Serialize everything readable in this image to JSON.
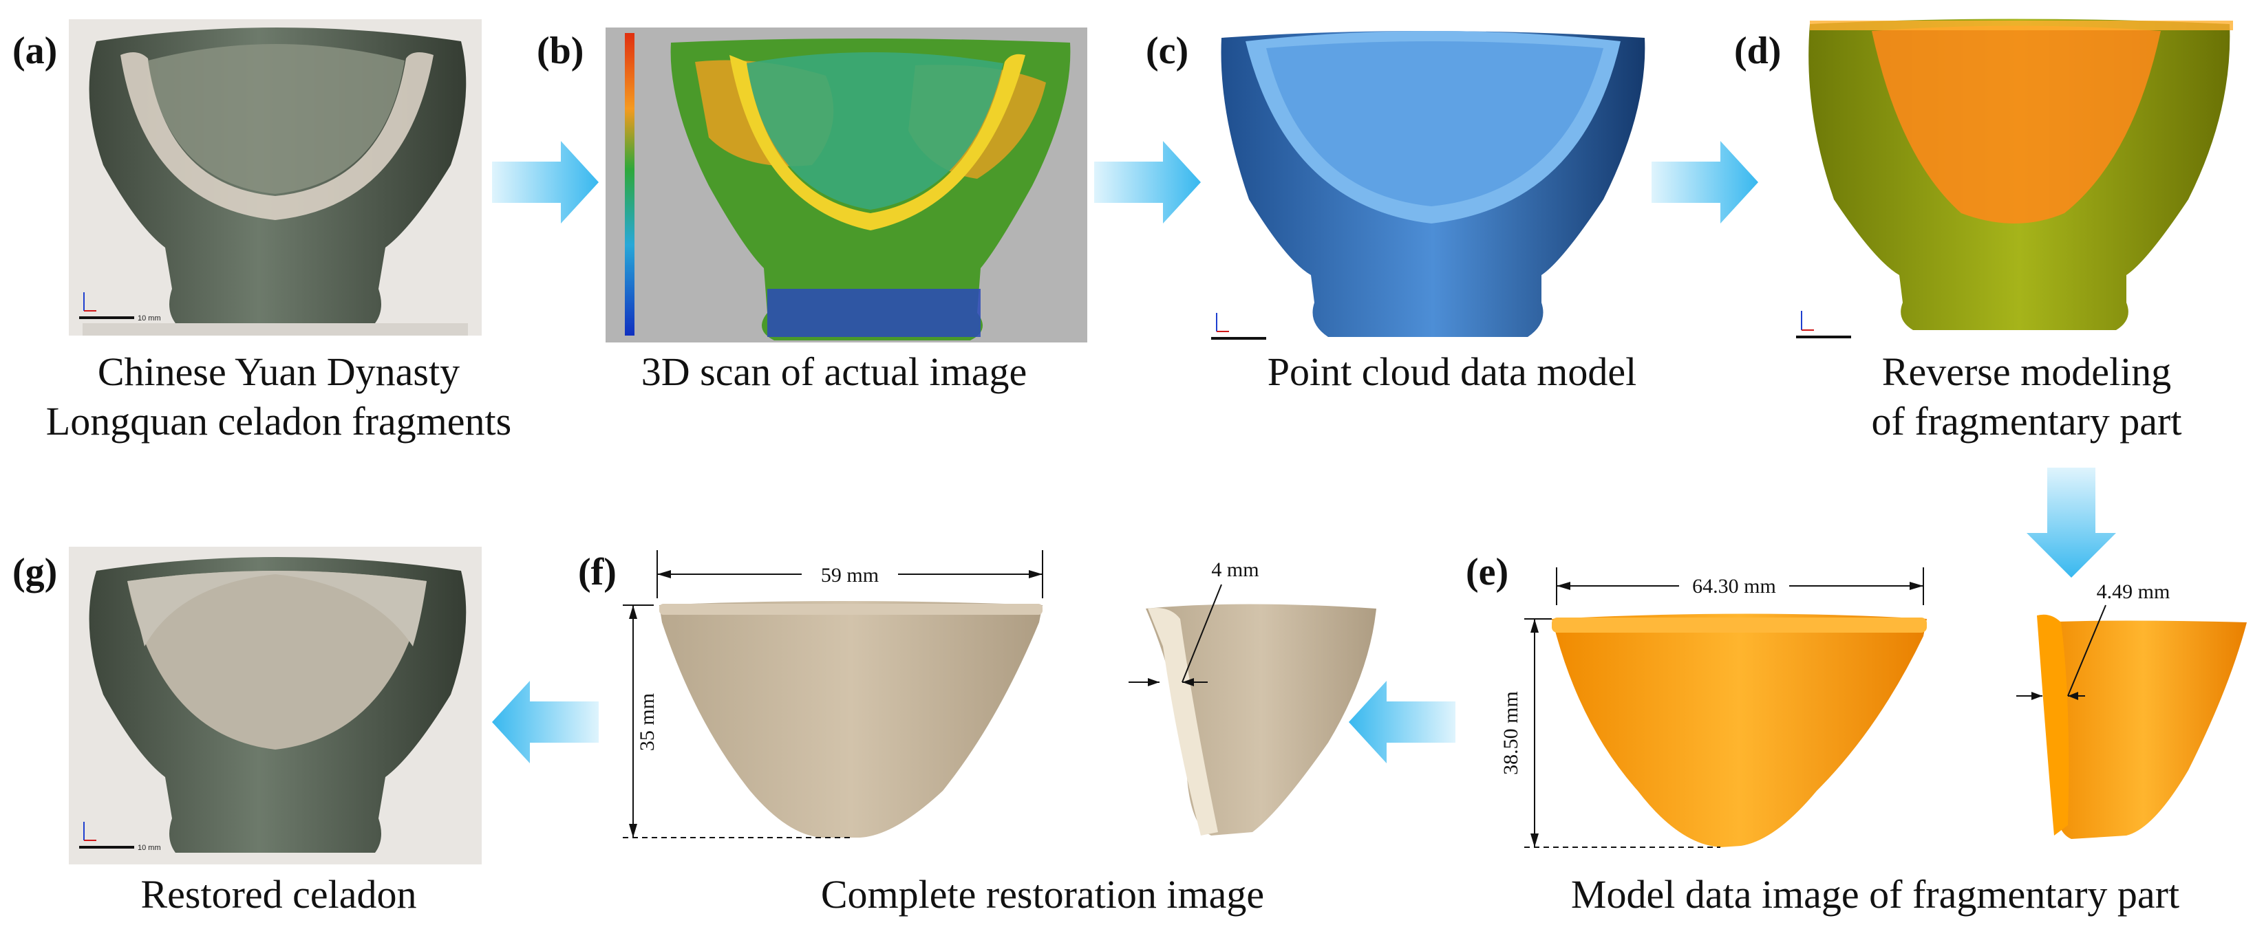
{
  "panels": {
    "a": {
      "label": "(a)",
      "caption_lines": [
        "Chinese Yuan Dynasty",
        "Longquan celadon fragments"
      ]
    },
    "b": {
      "label": "(b)",
      "caption_lines": [
        "3D scan of actual image"
      ]
    },
    "c": {
      "label": "(c)",
      "caption_lines": [
        "Point cloud data model"
      ]
    },
    "d": {
      "label": "(d)",
      "caption_lines": [
        "Reverse modeling",
        "of fragmentary part"
      ]
    },
    "e": {
      "label": "(e)",
      "caption_lines": [
        "Model data image of fragmentary part"
      ],
      "dims": {
        "width": "64.30 mm",
        "height": "38.50 mm",
        "thickness": "4.49 mm"
      }
    },
    "f": {
      "label": "(f)",
      "caption_lines": [
        "Complete restoration  image"
      ],
      "dims": {
        "width": "59 mm",
        "height": "35 mm",
        "thickness": "4 mm"
      }
    },
    "g": {
      "label": "(g)",
      "caption_lines": [
        "Restored celadon"
      ]
    }
  },
  "scale_bar_text": "10 mm",
  "colors": {
    "arrow": "#4fc3ee",
    "celadon": "#5d6a5c",
    "point_cloud": "#5b9fdc",
    "orange_model": "#ffa21a",
    "clay": "#c6b69e",
    "yellow_model": "#8b9a10"
  }
}
